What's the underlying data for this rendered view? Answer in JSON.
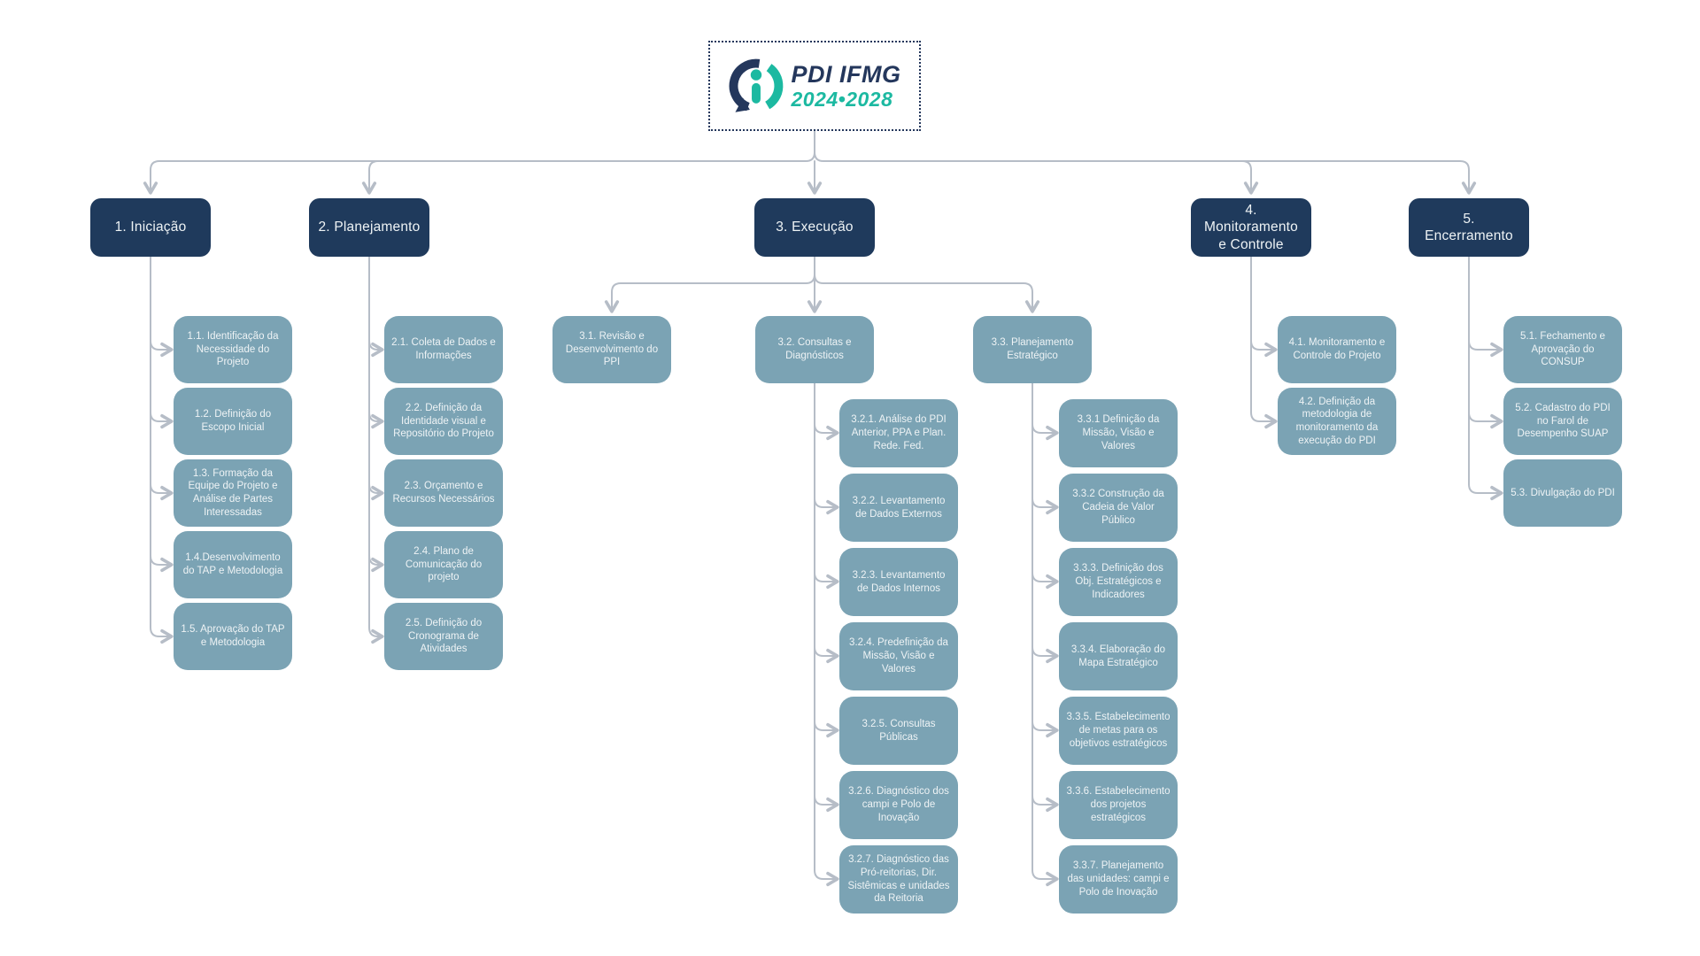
{
  "logo": {
    "brand": "PDI IFMG",
    "years": "2024•2028"
  },
  "colors": {
    "phase_navy": "#1f3a5c",
    "task_steel_blue": "#7ba3b4",
    "connector_gray": "#b6bdc7",
    "logo_navy": "#24375c",
    "logo_teal": "#1cb9a1",
    "node_text": "#eef3f5"
  },
  "phases": [
    {
      "label": "1. Iniciação",
      "children": [
        {
          "label": "1.1. Identificação da Necessidade do Projeto"
        },
        {
          "label": "1.2. Definição do Escopo Inicial"
        },
        {
          "label": "1.3. Formação da Equipe do Projeto e Análise de Partes Interessadas"
        },
        {
          "label": "1.4.Desenvolvimento do TAP e Metodologia"
        },
        {
          "label": "1.5. Aprovação do TAP e Metodologia"
        }
      ]
    },
    {
      "label": "2. Planejamento",
      "children": [
        {
          "label": "2.1. Coleta de Dados e Informações"
        },
        {
          "label": "2.2. Definição da Identidade visual e Repositório do Projeto"
        },
        {
          "label": "2.3. Orçamento e Recursos Necessários"
        },
        {
          "label": "2.4. Plano de Comunicação do projeto"
        },
        {
          "label": "2.5. Definição do Cronograma de Atividades"
        }
      ]
    },
    {
      "label": "3. Execução",
      "branches": [
        {
          "label": "3.1. Revisão e Desenvolvimento do PPI",
          "children": []
        },
        {
          "label": "3.2. Consultas e Diagnósticos",
          "children": [
            {
              "label": "3.2.1. Análise do PDI Anterior, PPA e Plan. Rede. Fed."
            },
            {
              "label": "3.2.2. Levantamento de Dados Externos"
            },
            {
              "label": "3.2.3. Levantamento de Dados Internos"
            },
            {
              "label": "3.2.4. Predefinição da Missão, Visão e Valores"
            },
            {
              "label": "3.2.5. Consultas Públicas"
            },
            {
              "label": "3.2.6. Diagnóstico dos campi e Polo de Inovação"
            },
            {
              "label": "3.2.7. Diagnóstico das Pró-reitorias, Dir. Sistêmicas e unidades da Reitoria"
            }
          ]
        },
        {
          "label": "3.3. Planejamento Estratégico",
          "children": [
            {
              "label": "3.3.1 Definição da Missão, Visão e Valores"
            },
            {
              "label": "3.3.2 Construção da Cadeia de Valor Público"
            },
            {
              "label": "3.3.3. Definição dos Obj. Estratégicos e Indicadores"
            },
            {
              "label": "3.3.4. Elaboração do Mapa Estratégico"
            },
            {
              "label": "3.3.5. Estabelecimento de metas para os objetivos estratégicos"
            },
            {
              "label": "3.3.6. Estabelecimento dos projetos estratégicos"
            },
            {
              "label": "3.3.7. Planejamento das unidades: campi e Polo de Inovação"
            }
          ]
        }
      ]
    },
    {
      "label": "4. Monitoramento e Controle",
      "children": [
        {
          "label": "4.1. Monitoramento e Controle do Projeto"
        },
        {
          "label": "4.2. Definição da metodologia de monitoramento da execução do PDI"
        }
      ]
    },
    {
      "label": "5. Encerramento",
      "children": [
        {
          "label": "5.1. Fechamento e Aprovação do CONSUP"
        },
        {
          "label": "5.2. Cadastro do PDI no Farol de Desempenho SUAP"
        },
        {
          "label": "5.3. Divulgação do PDI"
        }
      ]
    }
  ]
}
